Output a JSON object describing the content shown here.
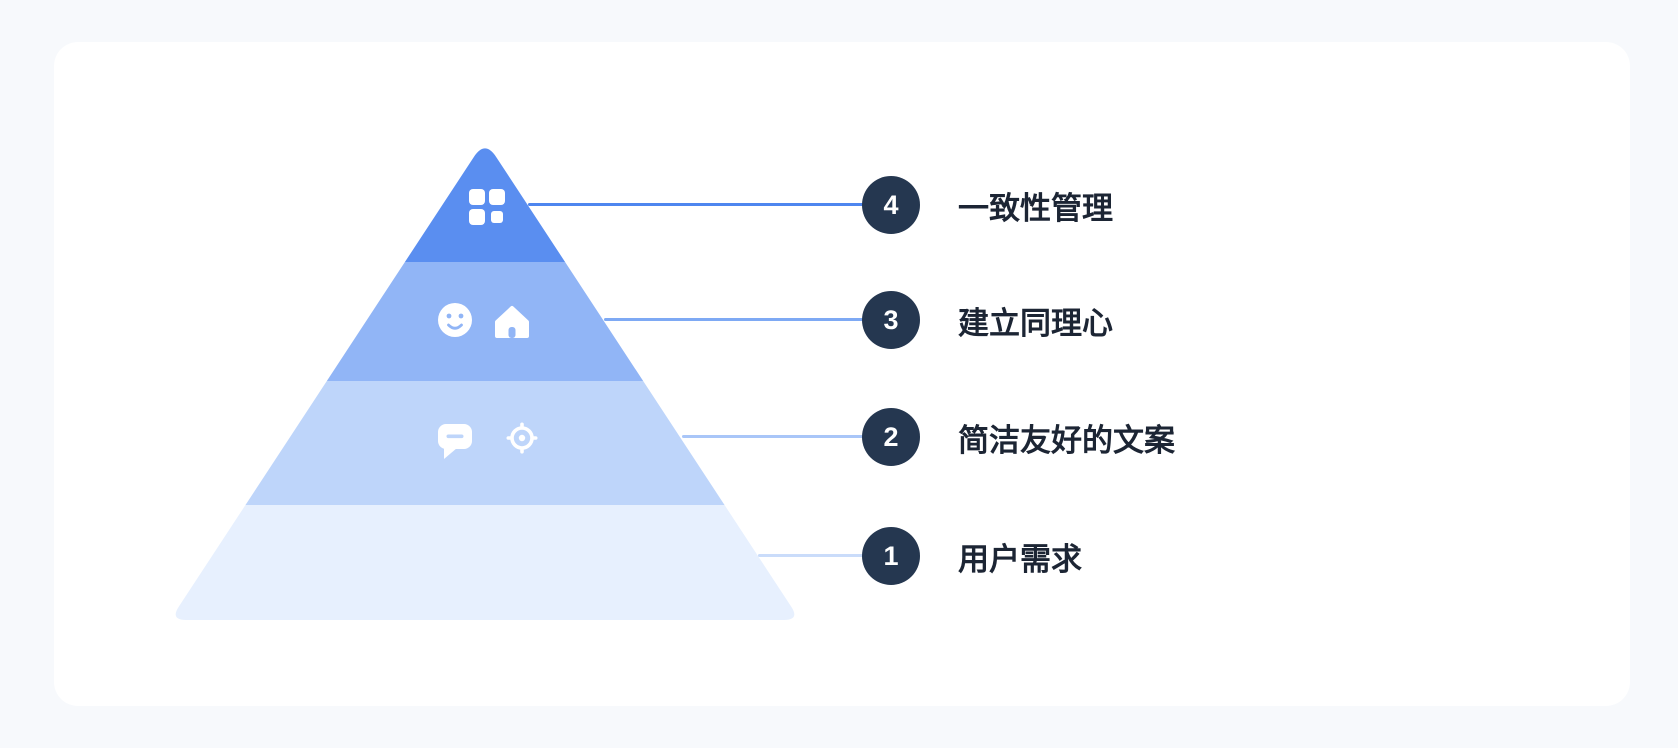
{
  "canvas": {
    "background": "#f7f9fc",
    "card_background": "#ffffff"
  },
  "pyramid": {
    "badge_color": "#253750",
    "badge_text_color": "#ffffff",
    "label_color": "#1c2534",
    "levels": [
      {
        "number": "4",
        "label": "一致性管理",
        "band_color": "#5a8ef0",
        "line_color": "#4e86ef",
        "icons": [
          "grid-icon"
        ]
      },
      {
        "number": "3",
        "label": "建立同理心",
        "band_color": "#91b5f6",
        "line_color": "#7ea9f4",
        "icons": [
          "smile-icon",
          "home-icon"
        ]
      },
      {
        "number": "2",
        "label": "简洁友好的文案",
        "band_color": "#bed5fa",
        "line_color": "#a9c6f8",
        "icons": [
          "chat-bubble-icon",
          "crosshair-icon"
        ]
      },
      {
        "number": "1",
        "label": "用户需求",
        "band_color": "#e7f0fe",
        "line_color": "#cadcfa",
        "icons": []
      }
    ]
  }
}
